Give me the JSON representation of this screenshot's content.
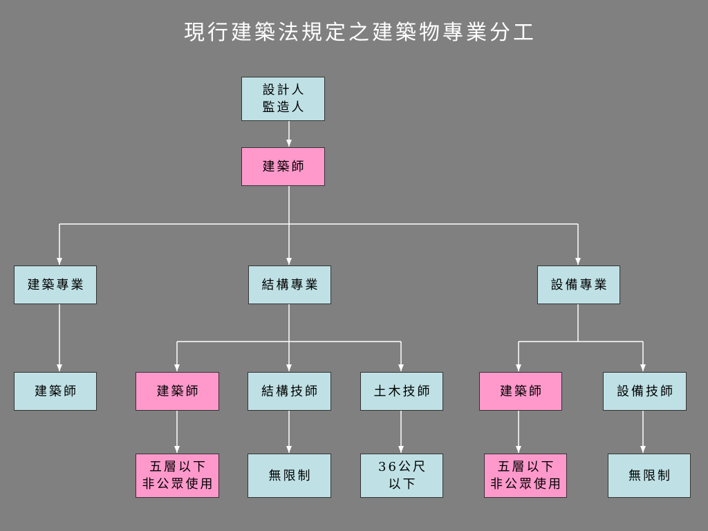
{
  "title": "現行建築法規定之建築物專業分工",
  "colors": {
    "background": "#808080",
    "blue_box": "#bfe1e5",
    "pink_box": "#ff99cc",
    "connector": "#ffffff",
    "title": "#ffffff",
    "border": "#333333"
  },
  "root": {
    "lines": [
      "設計人",
      "監造人"
    ]
  },
  "lead": {
    "label": "建築師"
  },
  "branches": [
    {
      "label": "建築專業",
      "children": [
        {
          "label": "建築師"
        }
      ]
    },
    {
      "label": "結構專業",
      "children": [
        {
          "label": "建築師",
          "scope": [
            "五層以下",
            "非公眾使用"
          ]
        },
        {
          "label": "結構技師",
          "scope": [
            "無限制"
          ]
        },
        {
          "label": "土木技師",
          "scope": [
            "36公尺",
            "以下"
          ]
        }
      ]
    },
    {
      "label": "設備專業",
      "children": [
        {
          "label": "建築師",
          "scope": [
            "五層以下",
            "非公眾使用"
          ]
        },
        {
          "label": "設備技師",
          "scope": [
            "無限制"
          ]
        }
      ]
    }
  ]
}
